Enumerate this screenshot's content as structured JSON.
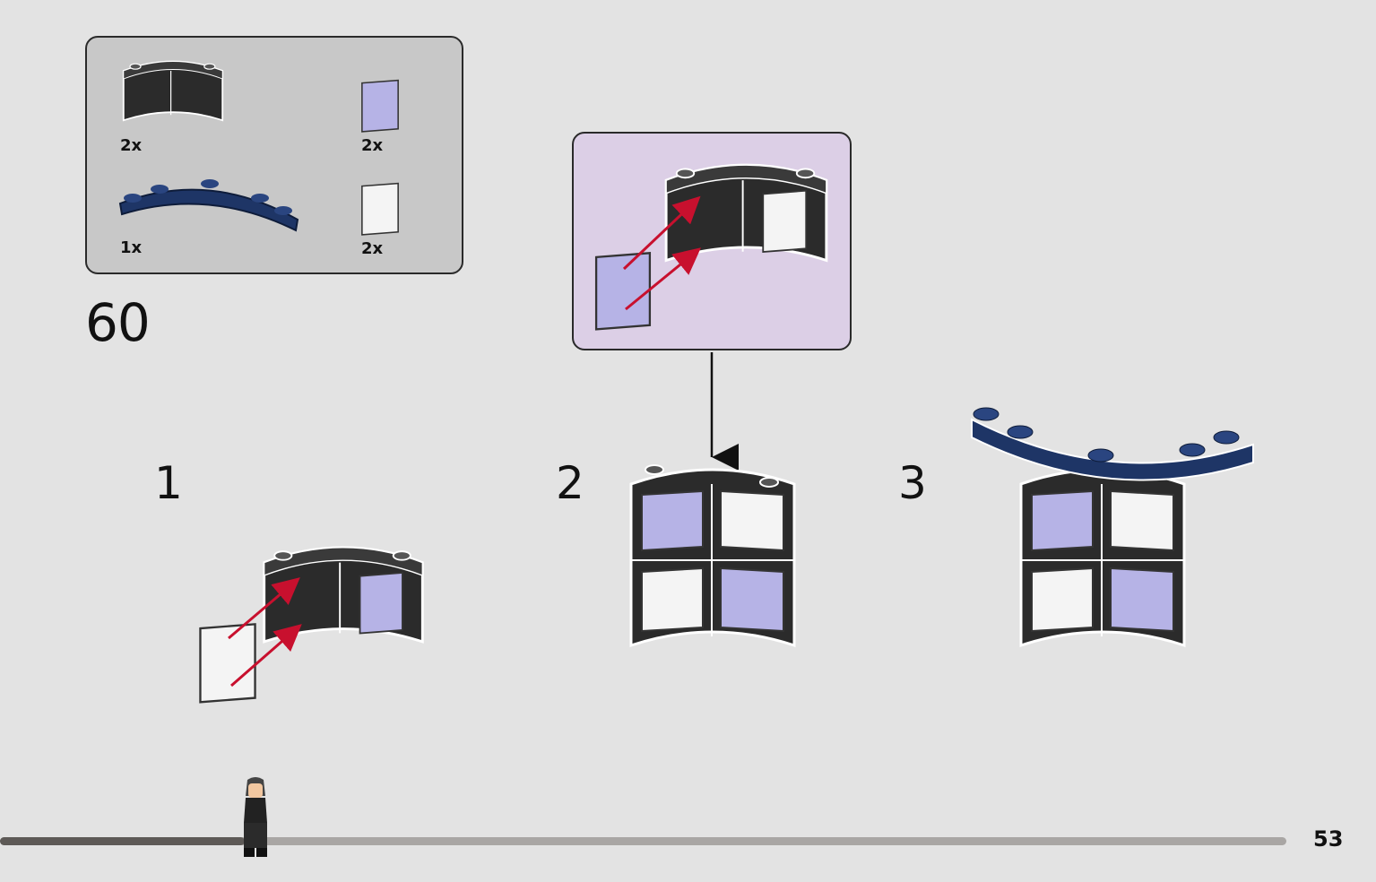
{
  "step": {
    "number": "60"
  },
  "parts": [
    {
      "name": "black-curved-window-frame",
      "count": "2x"
    },
    {
      "name": "lavender-glass-pane",
      "count": "2x"
    },
    {
      "name": "dark-blue-curved-plate",
      "count": "1x"
    },
    {
      "name": "clear-glass-pane",
      "count": "2x"
    }
  ],
  "substeps": [
    "1",
    "2",
    "3"
  ],
  "page": {
    "number": "53"
  },
  "colors": {
    "background": "#e3e3e3",
    "parts_box": "#c8c8c8",
    "callout": "#dccfe6",
    "frame_black": "#2b2b2b",
    "lavender_glass": "#b6b3e6",
    "clear_glass": "#f4f4f4",
    "dark_blue": "#1e3566",
    "arrow_red": "#c8102e"
  },
  "progress": {
    "fraction": 0.19
  }
}
